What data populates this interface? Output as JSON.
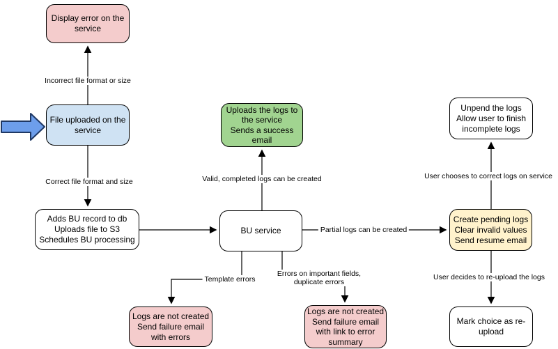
{
  "diagram": {
    "colors": {
      "ink": "#000000",
      "pink": "#f4cccc",
      "blue": "#cfe2f3",
      "green": "#a1d490",
      "yellow": "#fff2cc",
      "arrowFill": "#6d9eeb",
      "arrowStroke": "#1f3864"
    },
    "nodes": {
      "display_error": {
        "lines": [
          "Display error on the",
          "service"
        ]
      },
      "file_uploaded": {
        "lines": [
          "File uploaded on the",
          "service"
        ]
      },
      "adds_bu": {
        "lines": [
          "Adds BU record to db",
          "Uploads file to S3",
          "Schedules BU processing"
        ]
      },
      "bu_service": {
        "lines": [
          "BU service"
        ]
      },
      "uploads_logs": {
        "lines": [
          "Uploads the logs to",
          "the service",
          "Sends a success",
          "email"
        ]
      },
      "create_pending": {
        "lines": [
          "Create pending logs",
          "Clear invalid values",
          "Send resume email"
        ]
      },
      "unpend": {
        "lines": [
          "Unpend the logs",
          "Allow user to finish",
          "incomplete logs"
        ]
      },
      "mark_choice": {
        "lines": [
          "Mark choice as re-",
          "upload"
        ]
      },
      "fail_template": {
        "lines": [
          "Logs are not created",
          "Send failure email",
          "with errors"
        ]
      },
      "fail_fields": {
        "lines": [
          "Logs are not created",
          "Send failure email",
          "with link to error",
          "summary"
        ]
      }
    },
    "edge_labels": {
      "incorrect_format": "Incorrect file format or size",
      "correct_format": "Correct file format and size",
      "valid_completed": "Valid, completed logs can be created",
      "partial_logs": "Partial logs can be created",
      "template_errors": "Template errors",
      "errors_important": {
        "lines": [
          "Errors on important fields,",
          "duplicate errors"
        ]
      },
      "user_chooses": "User chooses to correct logs on service",
      "user_decides": "User decides to re-upload the logs"
    }
  }
}
